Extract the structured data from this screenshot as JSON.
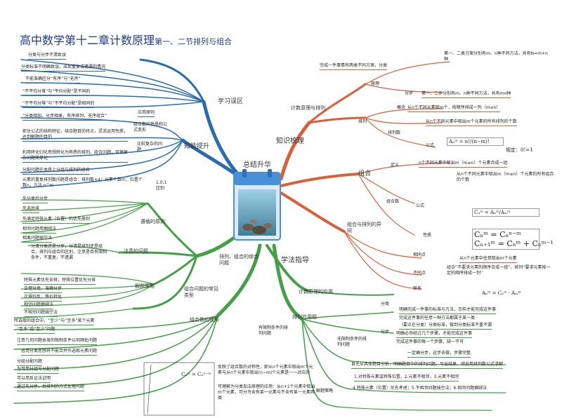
{
  "title": {
    "main": "高中数学第十二章计数原理",
    "sub": "第一、二节排列与组合"
  },
  "center": {
    "label": "总结升华"
  },
  "colors": {
    "blue_branch": "#2b6cb0",
    "red_branch": "#d9603b",
    "green_branch": "#43a047",
    "title": "#1e3a8a",
    "calendar_blue": "#4a90d9"
  },
  "branches": {
    "study_errors": {
      "label": "学习误区",
      "items": [
        "分类与分步不清致误",
        "分类标准不明确致误，出现重复或遗漏的情况",
        "不能准确区分“有序”与“无序”",
        "“不平均分堆”与“平均分配”是不同的",
        "“不平均分堆”与“不平均分配”是相同的"
      ]
    },
    "ability": {
      "label": "知能提升",
      "item1": "“分类相加、分步相乘，有序排列，无序组合”",
      "item1_tag": "应用原则",
      "item2": "抓住公式的结构特征，结合题目的特点，灵活运用性质，达到解题的目的",
      "item2_tag": "组合数的性质和公式变形",
      "item3": "利用转化归化思想转化为熟悉的排列、组合问题，可使复杂问题简单化",
      "item3_tag": "比较复杂的问题",
      "item4": "分配问题在本质上分组与排列的组合",
      "item5": "元素的重复排列数问题是组合：排列数×4；元素个数m，位置个数n，方法 n^m",
      "item5_tag": "1.0,1 区别"
    },
    "knowledge": {
      "label": "知识梳理",
      "counting": {
        "label": "计数原理与排列",
        "principle": "原理",
        "principle_text": "完成一件事情有两类不同方案，分类",
        "principle_1": "第一、二类方案分别有m、n种不同方法，共有N=m+n种",
        "step": "分步",
        "step_text": "第一、二步分别有m、n种不同方法，共有mn种",
        "perm": "排列",
        "perm_concept": "概念",
        "perm_concept_text": "从n个不同元素取m个，按顺序排成一列（m≤n）",
        "perm_number": "排列数",
        "perm_number_text": "从n个不同元素中取出m个元素的所有排列的个数",
        "perm_formula_label": "公式",
        "perm_formula": "Aₙᵐ = n!/(n−m)!",
        "perm_formula_note": "规定：0!=1"
      },
      "combination": {
        "label": "组合",
        "def": "定义",
        "def_text": "n个不同元素中取出m（m≤n）个元素合成一组",
        "comb_number": "组合数",
        "comb_number_text": "从n个不同元素中取出m（m≤n）个元素的所有组合的个数",
        "formula_label": "公式",
        "formula": "Cₙᵐ = Aₙᵐ/Aₘᵐ",
        "property_label": "性质",
        "property_1": "Cₙᵐ = Cₙⁿ⁻ᵐ",
        "property_2": "Cₙ₊₁ᵐ = Cₙᵐ + Cₙᵐ⁻¹"
      },
      "diff": {
        "label": "组合与排列的异同",
        "same": "相同点",
        "same_text": "从n个元素中任意取出m个元素",
        "diff": "不同点",
        "diff_text": "组合“不要求元素的顺序合成一组”，排列“要求元素按一定的顺序排成一列”",
        "link": "联系",
        "link_text": "Aₙᵐ = Cₙᵐ · Aₘᵐ"
      }
    },
    "methods": {
      "label": "学法指导",
      "attention": {
        "label": "遵循的原则",
        "items": [
          "先分类后分步",
          "先选后排",
          "先满足特殊元素（位置）的优先原则",
          "相邻问题用捆绑法",
          "相离问题插空法"
        ]
      },
      "notes": {
        "label": "注意的问题",
        "text": "分清分类还是分步，分清是排列还是组合，排列与组合的区别，注意是否有限制条件，不重复，不遗漏"
      },
      "strategy": {
        "label": "解题策略",
        "items": [
          "特殊元素优先安排，特殊位置优先分排",
          "合理分类，准确分步",
          "正难则反，等价转化",
          "相邻问题捆绑法",
          "不相邻问题插空法"
        ]
      },
      "combo_problems": {
        "label": "排列、组合的综合问题",
        "text": "所选取的组合中，“至少”与“至多”某个元素"
      },
      "combo_types": {
        "label": "组合问题的常见类型",
        "items": [
          "“至多”或“至少”问题",
          "注意几何问题本身的限制条件以何顺处问题",
          "运用分类思想将不能合并作选取元素问题",
          "分组分配问题"
        ]
      },
      "properties": {
        "label": "组合数的性质",
        "items": [
          "为可用分组与分配问题",
          "可以用反证法证明",
          "通过先分步，后排列的方式处理问题"
        ]
      },
      "formula_box": {
        "left": "Cₙᵐ = Cₙⁿ⁻ᵐ",
        "text": "反映了组合数的对称性，即从n个元素中取出m个元素与从n个元素中取出(n−m)个元素是一一对应的",
        "text2": "可理解为分类加法原理的应用：从n+1个元素中取出m个元素，可分为含有某一元素与不含有某一元素两类"
      }
    },
    "application": {
      "label": "计数原理的应用",
      "perm_app": {
        "label": "排列应用题",
        "cat": "分类",
        "cat_text": "明确完成一件事的标准与方法，怎样才能完成这件事",
        "cat_text2": "完成这件事的任意一种方法都属于某一类",
        "cat_text3": "（要点在分类）分类标准，做到分类标准不重不漏",
        "step_label": "分步",
        "step_text": "明确必须经过几个步骤，才能完成这件事",
        "step_text2": "完成这件事的每一个步骤，缺一不可",
        "limited": "有限制条件的排列问题",
        "unlimited": "无限制条件的排列问题",
        "unlimited_text": "一定确分步，这步去做，步骤完整",
        "method_label": "解题策略",
        "m1": "首先从具体题目分析，明确题目中的排列问题，写出结果，然后用排列数公式求解",
        "m2": "1.对特殊元素或特殊位置，2.元素不相邻，3.元素不相邻",
        "m3": "4.特殊元素（位置）优先考虑；5.不相邻问题插空法；6.相邻问题捆绑法"
      }
    }
  }
}
